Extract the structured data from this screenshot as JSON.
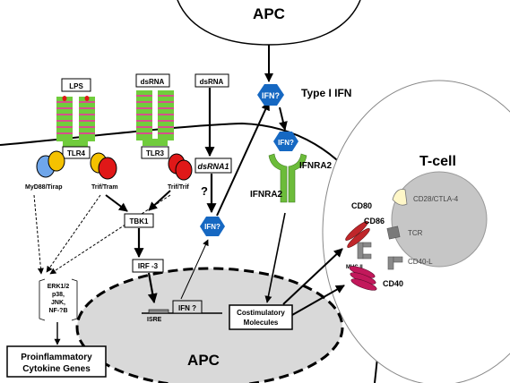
{
  "labels": {
    "apc_top": "APC",
    "apc_bottom": "APC",
    "tcell": "T-cell",
    "type1_ifn": "Type I IFN",
    "ifn_top": "IFN?",
    "ifn_mid": "IFN?",
    "ifn_left": "IFN?",
    "ifn_gene": "IFN ?",
    "ifnra2_right": "IFNRA2",
    "ifnra2_left": "IFNRA2",
    "lps": "LPS",
    "dsrna_1": "dsRNA",
    "dsrna_2": "dsRNA",
    "tlr4": "TLR4",
    "tlr3": "TLR3",
    "dsrna1": "dsRNA1",
    "question": "?",
    "myd88": "MyD88/Tirap",
    "trif_tram": "Trif/Tram",
    "trif_trif": "Trif/Trif",
    "tbk1": "TBK1",
    "irf3": "IRF -3",
    "isre": "ISRE",
    "erk": "ERK1/2",
    "p38": "p38,",
    "jnk": "JNK,",
    "nfkb": "NF-?B",
    "proinflam_1": "Proinflammatory",
    "proinflam_2": "Cytokine Genes",
    "costim_1": "Costimulatory",
    "costim_2": "Molecules",
    "cd80": "CD80",
    "cd86": "CD86",
    "mhc": "MHC II",
    "cd40": "CD40",
    "cd28": "CD28/CTLA-4",
    "tcr": "TCR",
    "cd40l": "CD40-L"
  },
  "colors": {
    "ifn_hex": "#1668c2",
    "receptor_green": "#70cc3c",
    "receptor_pink": "#d6508c",
    "myd88_blue": "#6fa6ea",
    "yellow": "#f5c200",
    "red": "#e01818",
    "cd80_red": "#c0262a",
    "cd40_pink": "#c2185b",
    "ifnra_green": "#6cbc3a",
    "nucleus_gray": "#d9d9d9",
    "tcell_nucleus": "#c6c6c6"
  }
}
